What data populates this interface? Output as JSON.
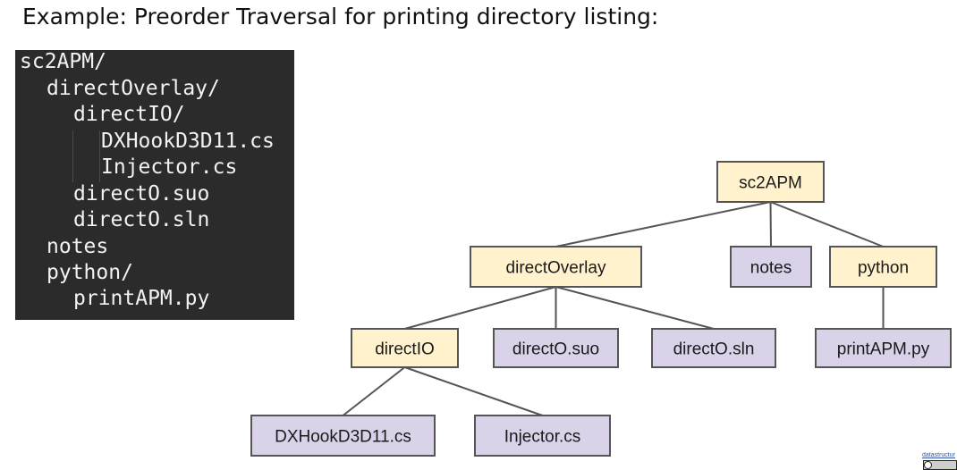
{
  "title": "Example: Preorder Traversal for printing directory listing:",
  "listing": [
    "sc2APM/",
    "directOverlay/",
    "directIO/",
    "DXHookD3D11.cs",
    "Injector.cs",
    "directO.suo",
    "directO.sln",
    "notes",
    "python/",
    "printAPM.py"
  ],
  "tree": {
    "nodes": [
      {
        "id": "sc2APM",
        "label": "sc2APM",
        "kind": "directory"
      },
      {
        "id": "directOverlay",
        "label": "directOverlay",
        "kind": "directory"
      },
      {
        "id": "notes",
        "label": "notes",
        "kind": "file"
      },
      {
        "id": "python",
        "label": "python",
        "kind": "directory"
      },
      {
        "id": "directIO",
        "label": "directIO",
        "kind": "directory"
      },
      {
        "id": "directO_suo",
        "label": "directO.suo",
        "kind": "file"
      },
      {
        "id": "directO_sln",
        "label": "directO.sln",
        "kind": "file"
      },
      {
        "id": "printAPM",
        "label": "printAPM.py",
        "kind": "file"
      },
      {
        "id": "DXHook",
        "label": "DXHookD3D11.cs",
        "kind": "file"
      },
      {
        "id": "Injector",
        "label": "Injector.cs",
        "kind": "file"
      }
    ],
    "edges": [
      [
        "sc2APM",
        "directOverlay"
      ],
      [
        "sc2APM",
        "notes"
      ],
      [
        "sc2APM",
        "python"
      ],
      [
        "directOverlay",
        "directIO"
      ],
      [
        "directOverlay",
        "directO_suo"
      ],
      [
        "directOverlay",
        "directO_sln"
      ],
      [
        "python",
        "printAPM"
      ],
      [
        "directIO",
        "DXHook"
      ],
      [
        "directIO",
        "Injector"
      ]
    ]
  },
  "colors": {
    "directory_fill": "#fff2cc",
    "file_fill": "#d9d2e9",
    "node_border": "#555555",
    "edge": "#555555"
  },
  "badge": {
    "text": "datastructur"
  }
}
